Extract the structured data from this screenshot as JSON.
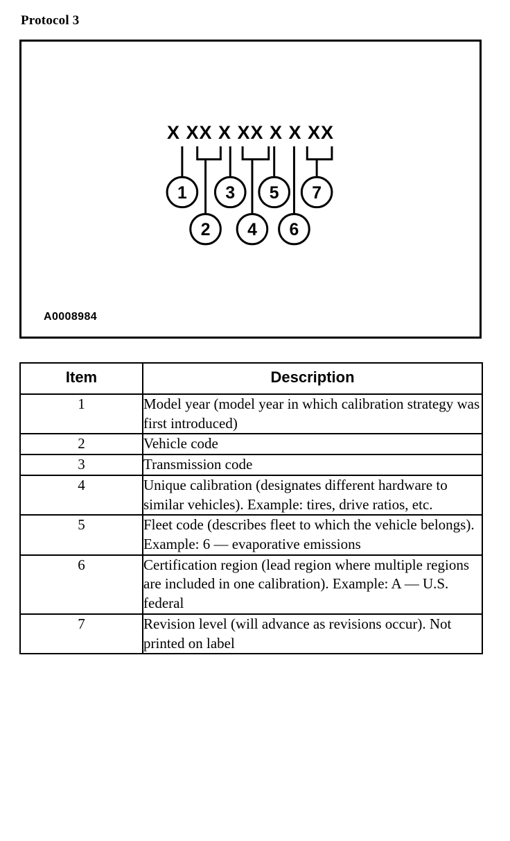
{
  "page": {
    "title": "Protocol 3"
  },
  "figure": {
    "caption": "A0008984",
    "code_string": "X XX X XX X X XX",
    "groups": [
      {
        "callout": "1",
        "chars": "X",
        "type": "single",
        "row": "upper"
      },
      {
        "callout": "2",
        "chars": "XX",
        "type": "bracket",
        "row": "lower"
      },
      {
        "callout": "3",
        "chars": "X",
        "type": "single",
        "row": "upper"
      },
      {
        "callout": "4",
        "chars": "XX",
        "type": "bracket",
        "row": "lower"
      },
      {
        "callout": "5",
        "chars": "X",
        "type": "single",
        "row": "upper"
      },
      {
        "callout": "6",
        "chars": "X",
        "type": "single",
        "row": "lower"
      },
      {
        "callout": "7",
        "chars": "XX",
        "type": "bracket",
        "row": "upper"
      }
    ]
  },
  "table": {
    "headers": [
      "Item",
      "Description"
    ],
    "rows": [
      {
        "item": "1",
        "description": "Model year (model year in which calibration strategy was first introduced)"
      },
      {
        "item": "2",
        "description": "Vehicle code"
      },
      {
        "item": "3",
        "description": "Transmission code"
      },
      {
        "item": "4",
        "description": "Unique calibration (designates different hardware to similar vehicles). Example: tires, drive ratios, etc."
      },
      {
        "item": "5",
        "description": "Fleet code (describes fleet to which the vehicle belongs). Example: 6 — evaporative emissions"
      },
      {
        "item": "6",
        "description": "Certification region (lead region where multiple regions are included in one calibration). Example: A — U.S. federal"
      },
      {
        "item": "7",
        "description": "Revision level (will advance as revisions occur). Not printed on label"
      }
    ]
  },
  "colors": {
    "ink": "#000000",
    "paper": "#ffffff"
  }
}
